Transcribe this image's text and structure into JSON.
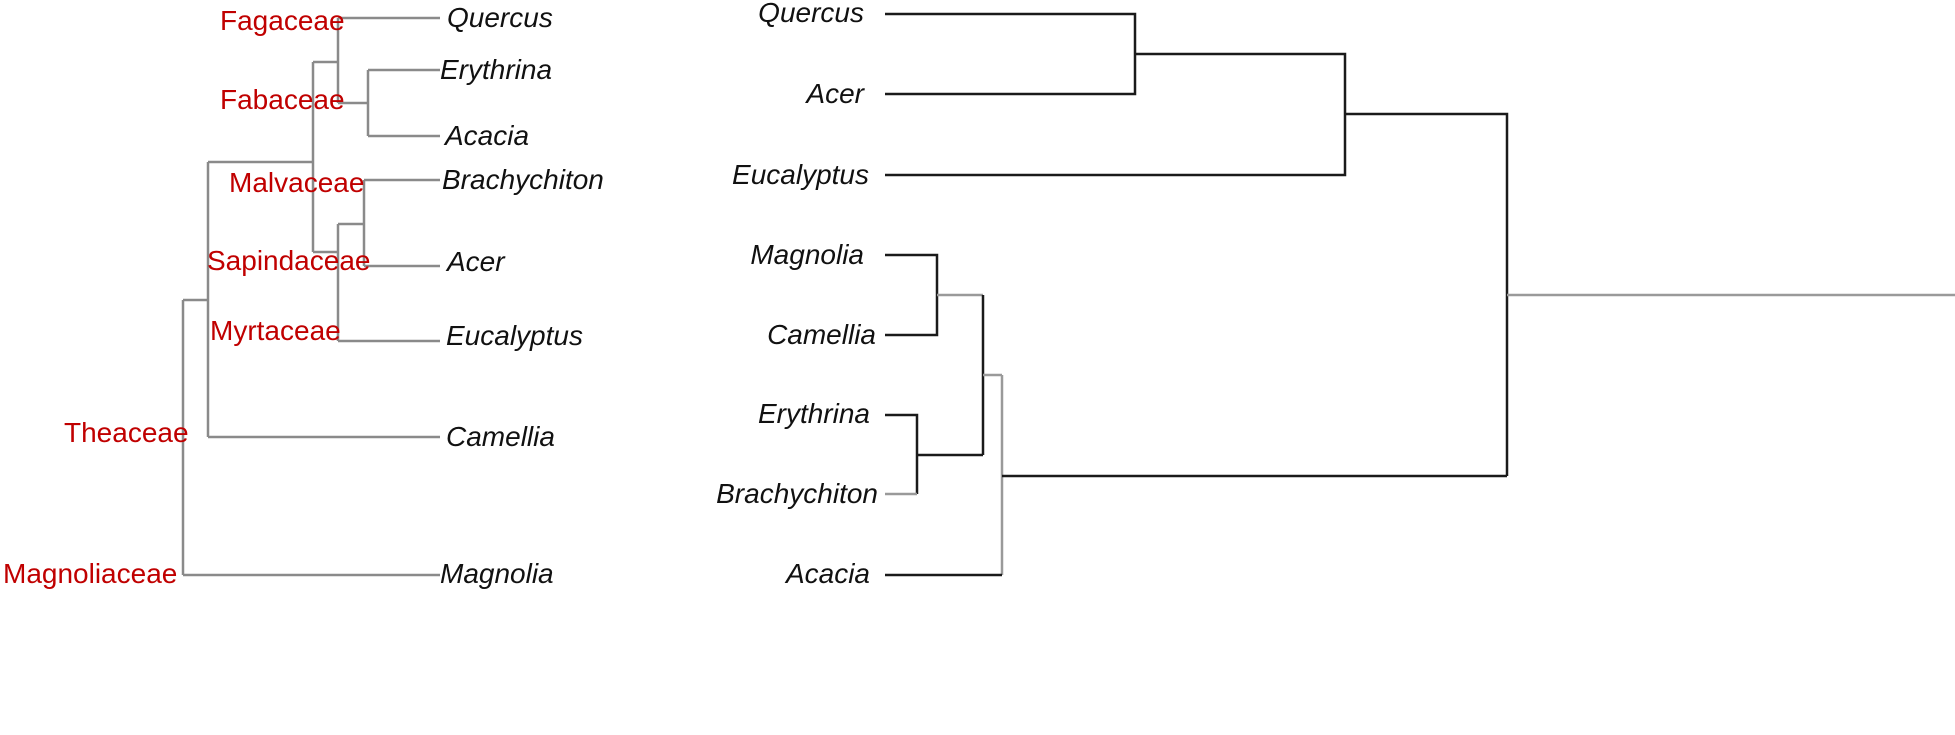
{
  "colors": {
    "family_label": "#c00000",
    "taxon_label": "#111111",
    "left_branch": "#8a8a8a",
    "right_branch": "#1a1a1a"
  },
  "left_tree": {
    "taxa": [
      "Quercus",
      "Erythrina",
      "Acacia",
      "Brachychiton",
      "Acer",
      "Eucalyptus",
      "Camellia",
      "Magnolia"
    ],
    "families": [
      "Fagaceae",
      "Fabaceae",
      "Malvaceae",
      "Sapindaceae",
      "Myrtaceae",
      "Theaceae",
      "Magnoliaceae"
    ]
  },
  "right_tree": {
    "taxa": [
      "Quercus",
      "Acer",
      "Eucalyptus",
      "Magnolia",
      "Camellia",
      "Erythrina",
      "Brachychiton",
      "Acacia"
    ]
  }
}
